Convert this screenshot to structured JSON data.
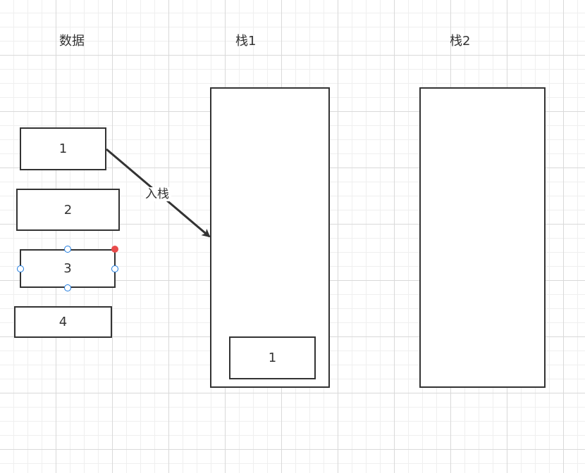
{
  "headers": {
    "data": "数据",
    "stack1": "栈1",
    "stack2": "栈2"
  },
  "data_boxes": [
    "1",
    "2",
    "3",
    "4"
  ],
  "stack1_items": [
    "1"
  ],
  "edge": {
    "label": "入栈"
  },
  "colors": {
    "stroke": "#333333",
    "selection_handle": "#1e7be0",
    "selection_corner": "#e84b4b",
    "grid_major": "#d9d9d9",
    "grid_minor": "#efefef"
  }
}
